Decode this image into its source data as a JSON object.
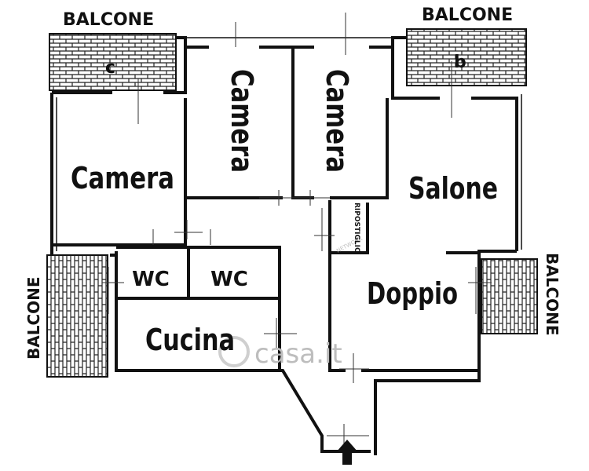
{
  "labels": {
    "balcone_top_left": "BALCONE",
    "balcone_top_right": "BALCONE",
    "balcone_left": "BALCONE",
    "balcone_right": "BALCONE",
    "balcony_mark_c": "c",
    "balcony_mark_b": "b",
    "camera_left": "Camera",
    "camera_mid1": "Camera",
    "camera_mid2": "Camera",
    "salone": "Salone",
    "doppio": "Doppio",
    "wc1": "WC",
    "wc2": "WC",
    "cucina": "Cucina",
    "ripostiglio": "RIPOSTIGLIO"
  },
  "watermark": {
    "brand": "casa.it",
    "network": "NETWORK"
  },
  "icons": {
    "entrance": "arrow-up-icon"
  }
}
